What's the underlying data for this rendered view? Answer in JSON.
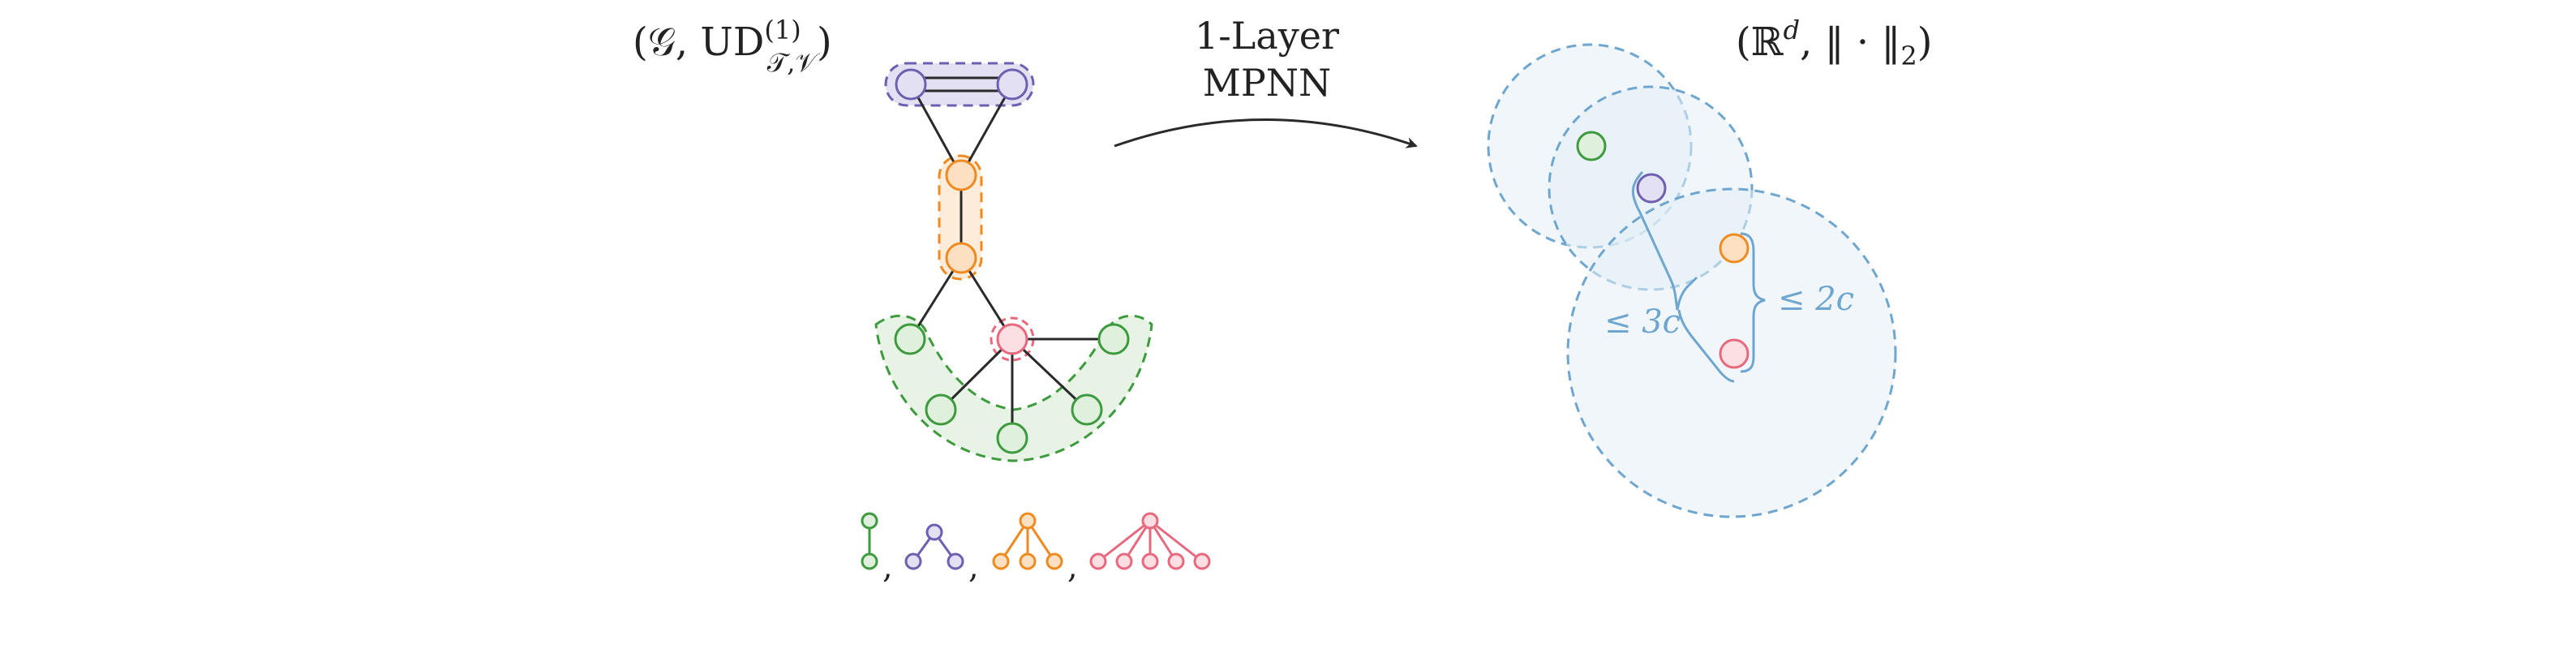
{
  "labels": {
    "graph_space_main": "(𝒢, UD",
    "graph_space_sup": "(1)",
    "graph_space_sub": "𝒯,𝒱",
    "graph_space_close": ")",
    "arrow_line1": "1-Layer",
    "arrow_line2": "MPNN",
    "embedding_space_main": "(ℝ",
    "embedding_space_sup": "d",
    "embedding_space_rest": ", ‖ · ‖",
    "embedding_space_sub": "2",
    "embedding_space_close": ")",
    "bound_3c": "≤ 3c",
    "bound_2c": "≤ 2c",
    "separator": ","
  },
  "colors": {
    "green": "#3d9a3d",
    "green_fill": "#dff0dc",
    "purple": "#6f5fb0",
    "purple_fill": "#e4e0f3",
    "orange": "#ee8a1f",
    "orange_fill": "#fde0c2",
    "pink": "#e8687d",
    "pink_fill": "#fcdfe3",
    "blue": "#6ea6cf",
    "blue_fill": "#e4eff6",
    "edge": "#2a2a2a"
  }
}
